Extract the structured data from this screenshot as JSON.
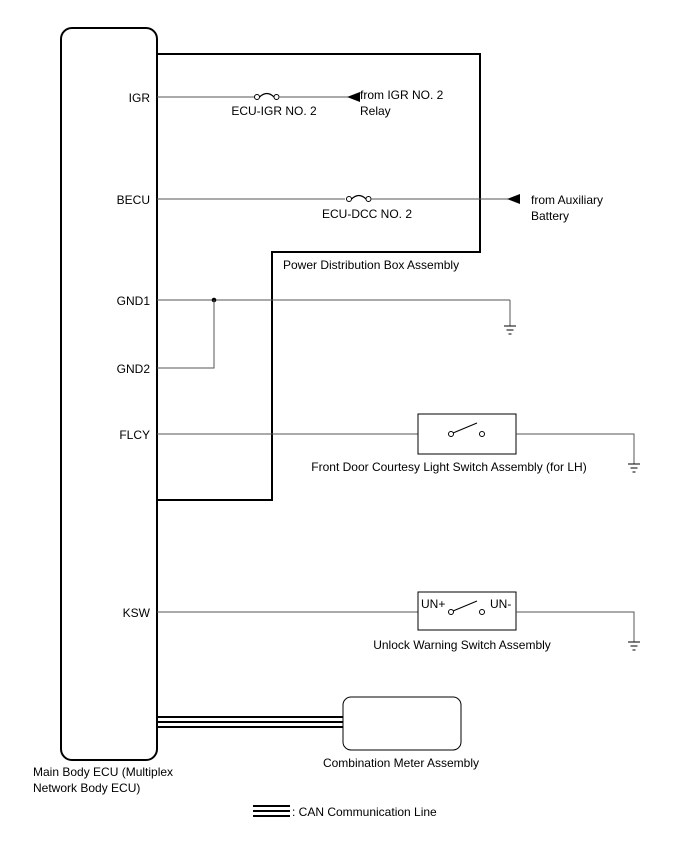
{
  "ecu": {
    "label_line1": "Main Body ECU (Multiplex",
    "label_line2": "Network Body ECU)"
  },
  "pins": {
    "igr": "IGR",
    "becu": "BECU",
    "gnd1": "GND1",
    "gnd2": "GND2",
    "flcy": "FLCY",
    "ksw": "KSW"
  },
  "fuses": {
    "igr_fuse": "ECU-IGR NO. 2",
    "becu_fuse": "ECU-DCC NO. 2"
  },
  "sources": {
    "igr_line1": "from IGR NO. 2",
    "igr_line2": "Relay",
    "becu_line1": "from Auxiliary",
    "becu_line2": "Battery"
  },
  "assemblies": {
    "power_distribution": "Power Distribution Box Assembly",
    "front_door_switch": "Front Door Courtesy Light Switch Assembly (for LH)",
    "unlock_warning": "Unlock Warning Switch Assembly",
    "combination_meter": "Combination Meter Assembly"
  },
  "switch_terminals": {
    "un_plus": "UN+",
    "un_minus": "UN-"
  },
  "legend": {
    "can_line": ": CAN Communication Line"
  }
}
